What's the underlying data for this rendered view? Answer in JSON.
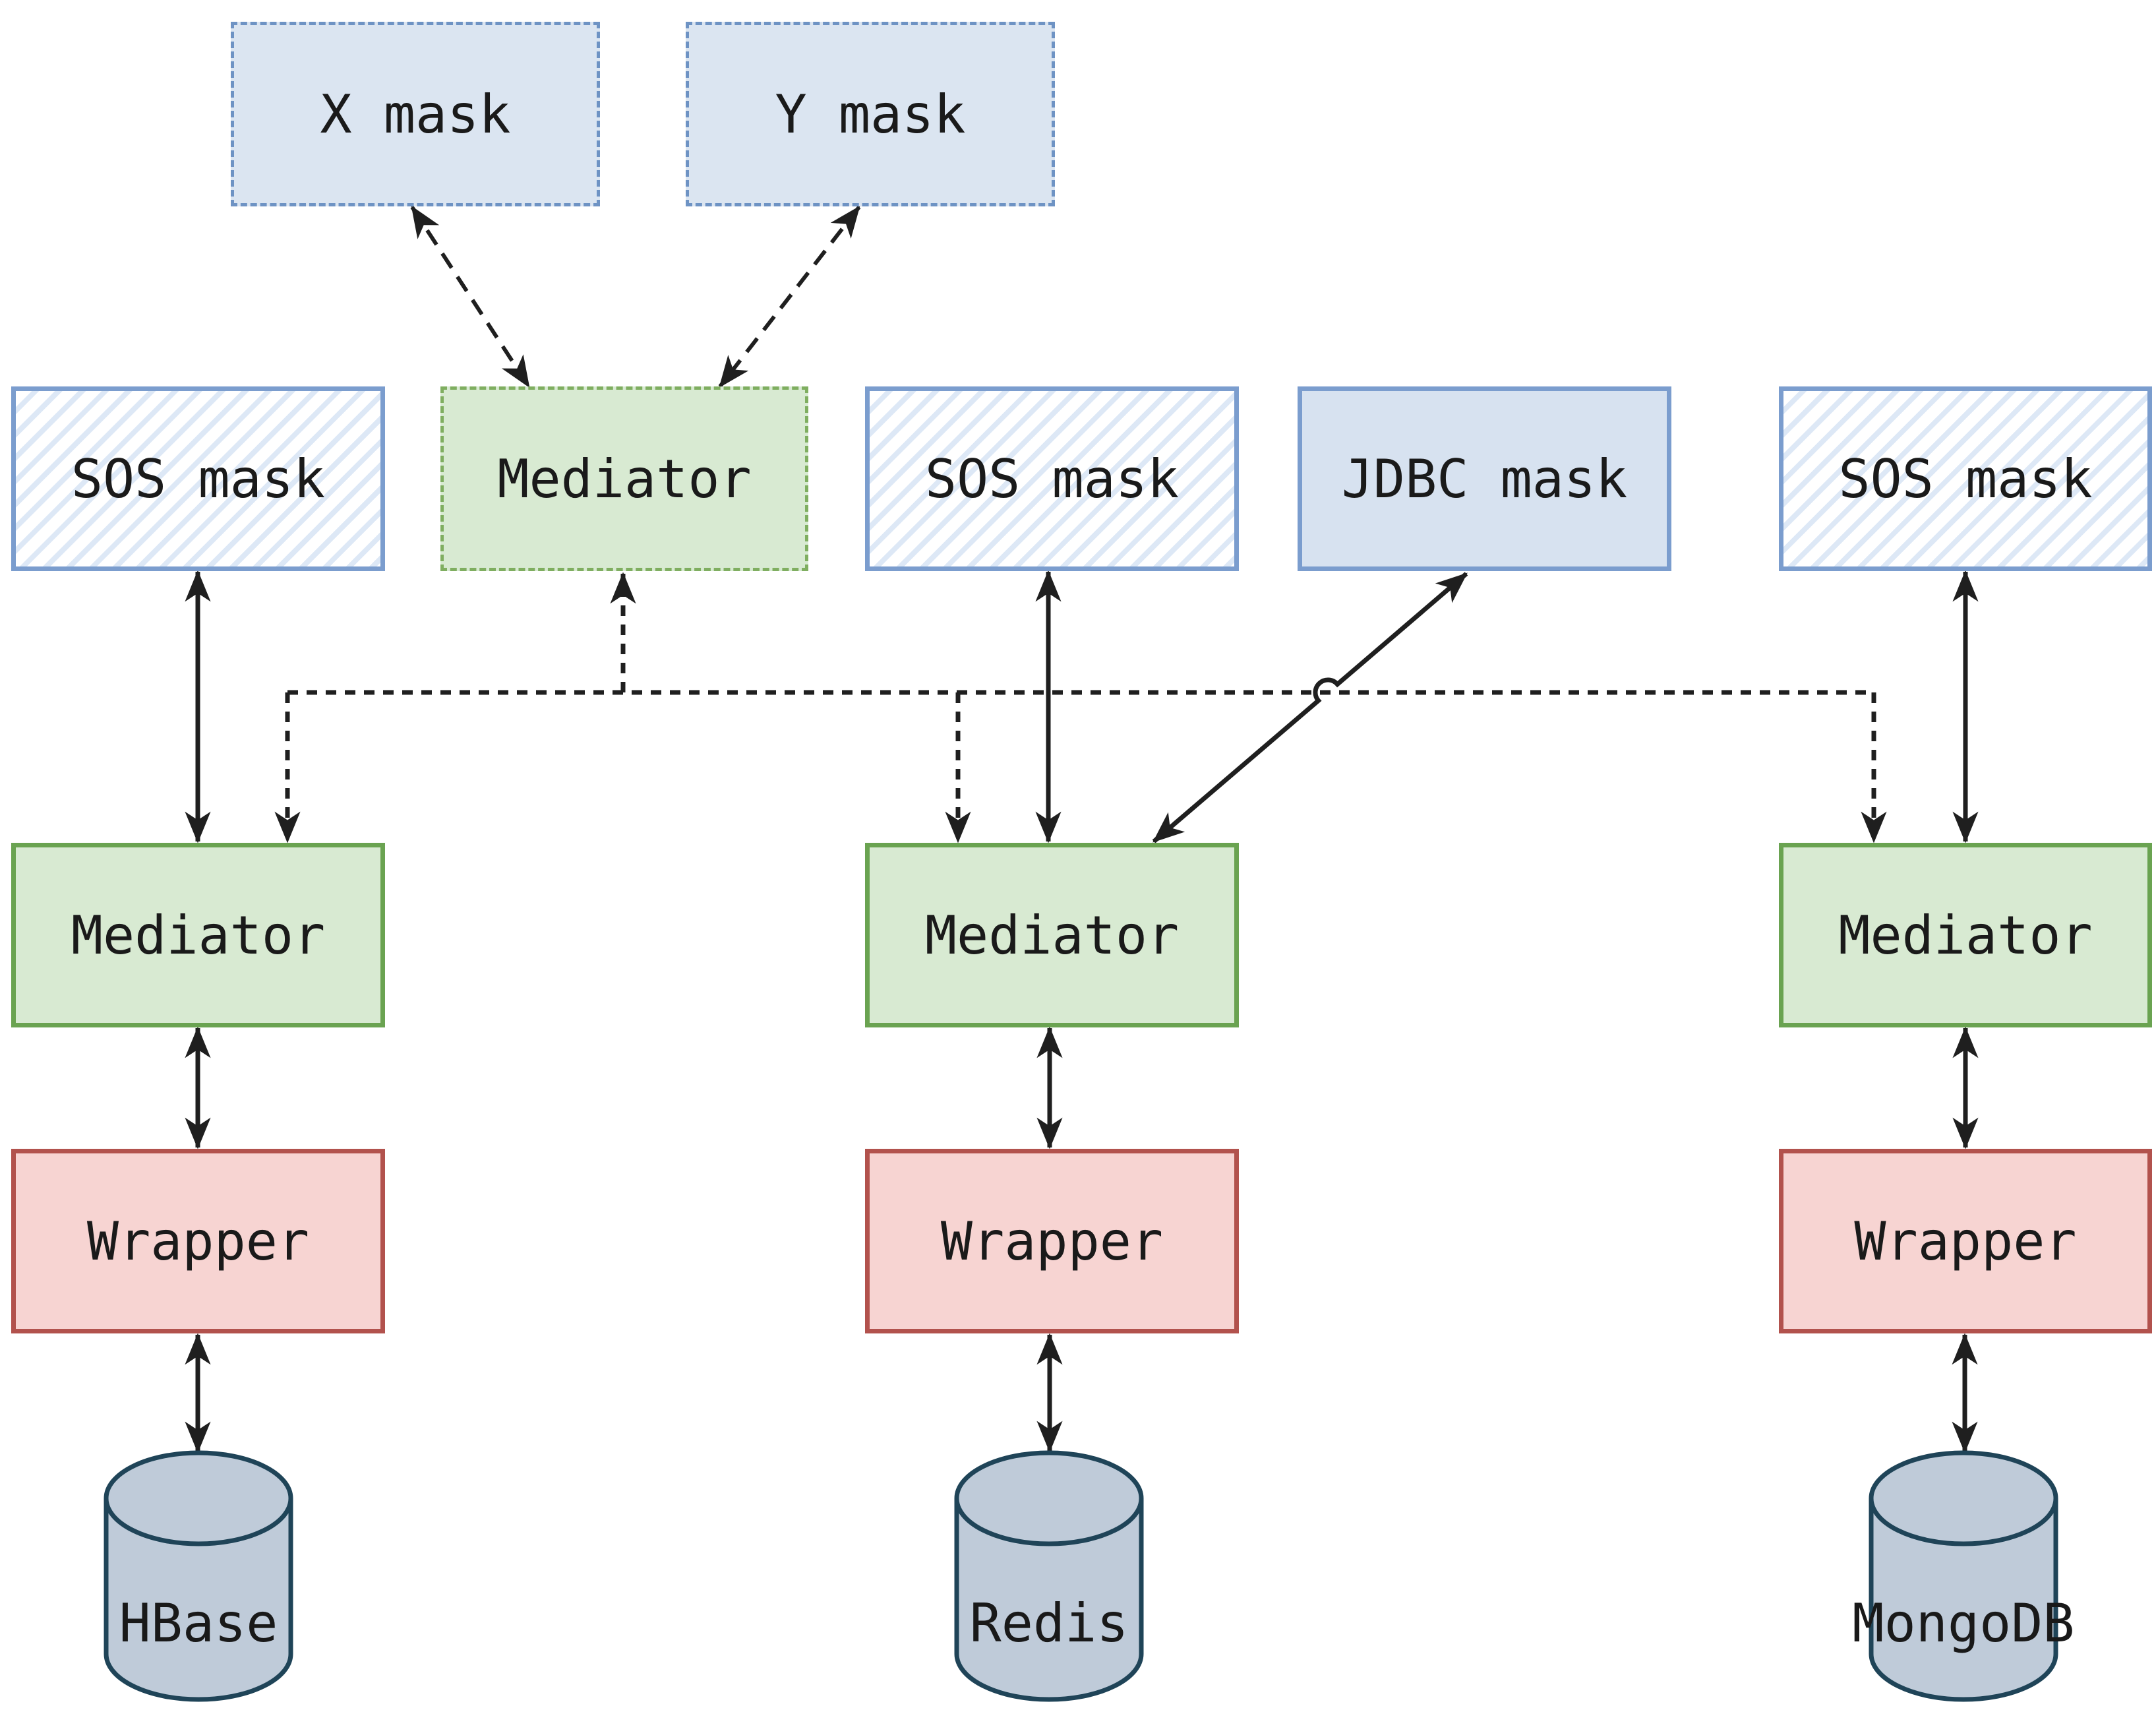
{
  "diagram_type": "architecture-diagram",
  "colors": {
    "background": "#ffffff",
    "mask_fill": "#dbe5f1",
    "mask_dashed_border": "#6e93c4",
    "sos_border": "#7b9dce",
    "sos_hatch_stripe": "#dde8f6",
    "jdbc_fill": "#d7e2f0",
    "mediator_fill": "#d8ead2",
    "mediator_dashed_border": "#7fae60",
    "mediator_solid_border": "#6aa351",
    "wrapper_fill": "#f7d4d2",
    "wrapper_border": "#b2524d",
    "database_fill": "#bfcbd9",
    "database_border": "#1f4458",
    "connector_line": "#1f1f1f",
    "text": "#1a1a1a"
  },
  "top_masks": [
    {
      "label": "X mask"
    },
    {
      "label": "Y mask"
    }
  ],
  "global_mediator": {
    "label": "Mediator"
  },
  "jdbc_mask": {
    "label": "JDBC mask"
  },
  "columns": [
    {
      "sos_mask": "SOS mask",
      "mediator": "Mediator",
      "wrapper": "Wrapper",
      "database": "HBase"
    },
    {
      "sos_mask": "SOS mask",
      "mediator": "Mediator",
      "wrapper": "Wrapper",
      "database": "Redis"
    },
    {
      "sos_mask": "SOS mask",
      "mediator": "Mediator",
      "wrapper": "Wrapper",
      "database": "MongoDB"
    }
  ]
}
